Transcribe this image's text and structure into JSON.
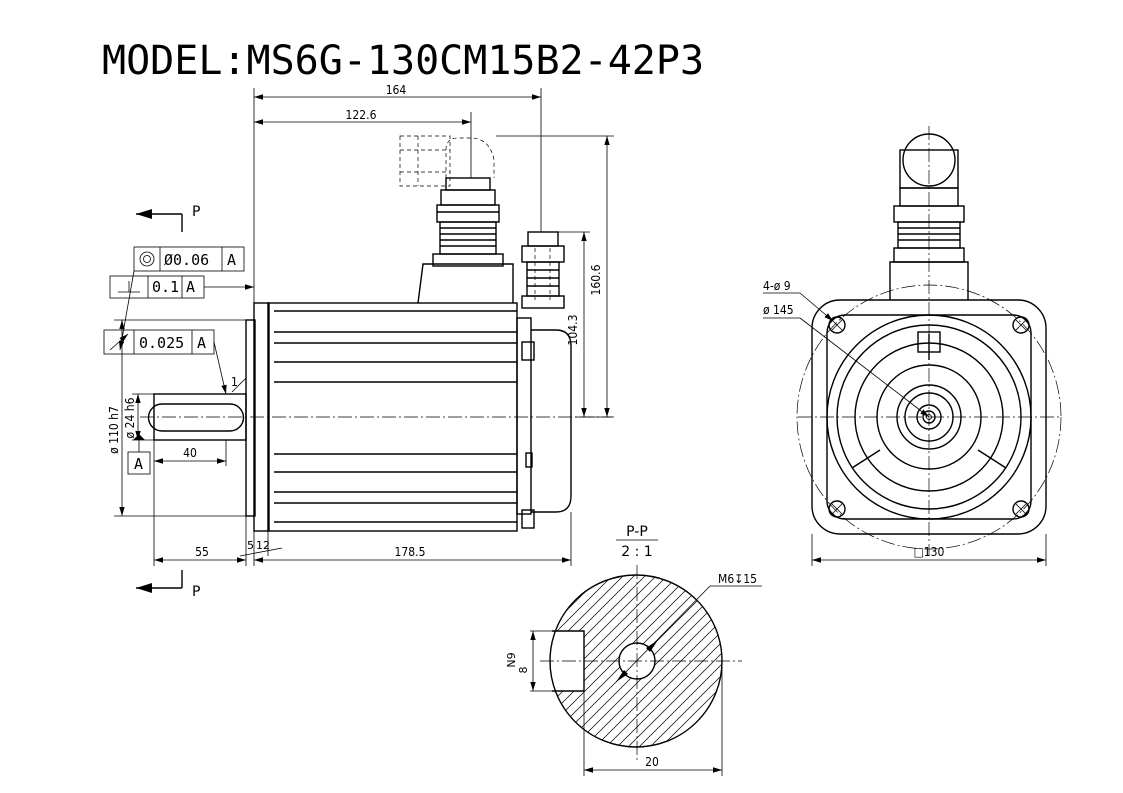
{
  "title": "MODEL:MS6G-130CM15B2-42P3",
  "section_view": {
    "label": "P-P",
    "scale": "2 : 1"
  },
  "section_marks": {
    "top": "P",
    "bottom": "P"
  },
  "datum": "A",
  "tolerances": {
    "concentricity": {
      "value": "Ø0.06",
      "datum": "A"
    },
    "perpendicularity": {
      "value": "0.1",
      "datum": "A"
    },
    "runout": {
      "value": "0.025",
      "datum": "A"
    }
  },
  "dimensions": {
    "overall_length": "164",
    "connector_offset": "122.6",
    "height_total": "160.6",
    "height_axis": "104.3",
    "pilot_diameter": "ø 110 h7",
    "shaft_diameter": "ø 24 h6",
    "shaft_length": "55",
    "key_length": "40",
    "flange_thickness_1": "5",
    "flange_thickness_2": "12",
    "body_length": "178.5",
    "chamfer": "1",
    "bolt_holes": "4-ø 9",
    "bolt_circle": "ø 145",
    "flange_square": "□130",
    "tapped_hole": "M6↧15",
    "key_height": "N9",
    "key_width": "8",
    "section_width": "20"
  }
}
